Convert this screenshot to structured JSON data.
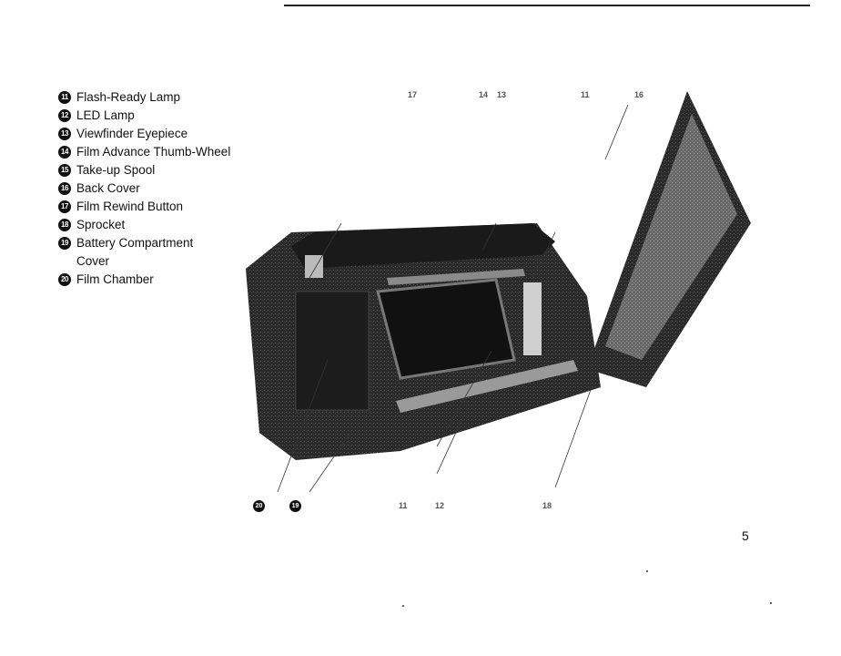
{
  "legend": [
    {
      "num": "11",
      "label": "Flash-Ready Lamp"
    },
    {
      "num": "12",
      "label": "LED Lamp"
    },
    {
      "num": "13",
      "label": "Viewfinder Eyepiece"
    },
    {
      "num": "14",
      "label": "Film Advance Thumb-Wheel"
    },
    {
      "num": "15",
      "label": "Take-up Spool"
    },
    {
      "num": "16",
      "label": "Back Cover"
    },
    {
      "num": "17",
      "label": "Film Rewind Button"
    },
    {
      "num": "18",
      "label": "Sprocket"
    },
    {
      "num": "19",
      "label": "Battery Compartment\nCover"
    },
    {
      "num": "20",
      "label": "Film Chamber"
    }
  ],
  "callouts_top": [
    "17",
    "14",
    "13",
    "11",
    "16"
  ],
  "callouts_bottom": [
    "20",
    "19",
    "11",
    "12",
    "18"
  ],
  "page_number": "5"
}
